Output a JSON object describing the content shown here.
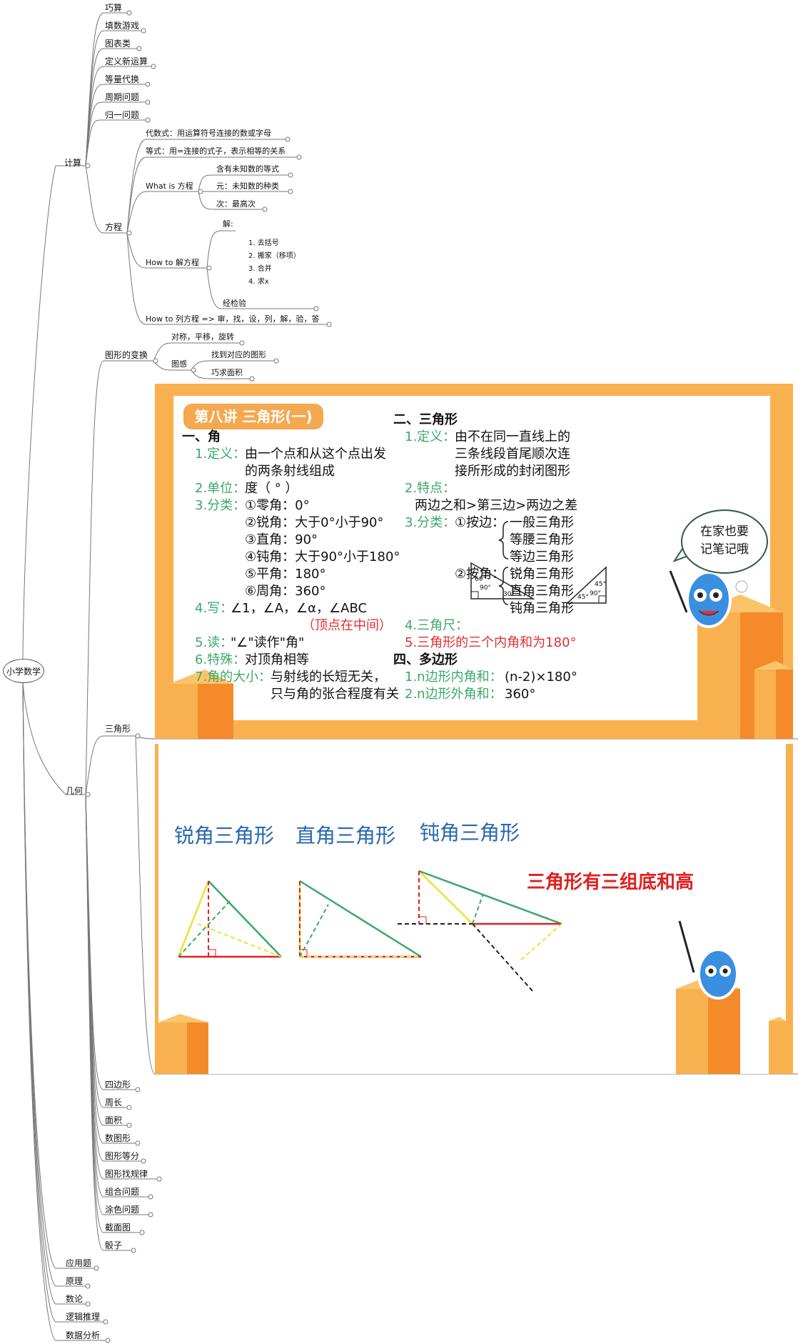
{
  "root": "小学数学",
  "branches": {
    "calc": "计算",
    "geometry": "几何",
    "applied": "应用题",
    "principle": "原理",
    "number_theory": "数论",
    "logic": "逻辑推理",
    "data_analysis": "数据分析"
  },
  "calc_items": [
    "巧算",
    "填数游戏",
    "图表类",
    "定义新运算",
    "等量代换",
    "周期问题",
    "归一问题"
  ],
  "equation": {
    "label": "方程",
    "algebraic": "代数式：用运算符号连接的数或字母",
    "equality": "等式：用=连接的式子，表示相等的关系",
    "what_is": "What is 方程",
    "what_items": [
      "含有未知数的等式",
      "元：未知数的种类",
      "次：最高次"
    ],
    "how_solve": "How to 解方程",
    "solve_head": "解:",
    "solve_steps": [
      "1. 去括号",
      "2. 搬家（移项）",
      "3. 合并",
      "4. 求x"
    ],
    "check": "经检验",
    "how_list": "How to 列方程 => 审，找，设，列，解，验，答"
  },
  "transform": {
    "label": "图形的变换",
    "items": [
      "对称，平移，旋转"
    ],
    "tugan": "图感",
    "tugan_items": [
      "找到对应的图形",
      "巧求面积"
    ]
  },
  "triangle_label": "三角形",
  "geometry_items": [
    "四边形",
    "周长",
    "面积",
    "数图形",
    "图形等分",
    "图形找规律",
    "组合问题",
    "涂色问题",
    "截面图",
    "骰子"
  ],
  "slide1": {
    "title": "第八讲 三角形(一)",
    "sec1": "一、角",
    "def_k": "1.定义：",
    "def_v1": "由一个点和从这个点出发",
    "def_v2": "的两条射线组成",
    "unit_k": "2.单位：",
    "unit_v": "度（ ° ）",
    "cls_k": "3.分类：",
    "cls_v": [
      "①零角：0°",
      "②锐角：大于0°小于90°",
      "③直角：90°",
      "④钝角：大于90°小于180°",
      "⑤平角：180°",
      "⑥周角：360°"
    ],
    "write_k": "4.写：",
    "write_v": "∠1，∠A，∠α，∠ABC",
    "vertex_note": "（顶点在中间）",
    "read_k": "5.读：",
    "read_v": "\"∠\"读作\"角\"",
    "special_k": "6.特殊：",
    "special_v": "对顶角相等",
    "size_k": "7.角的大小：",
    "size_v1": "与射线的长短无关，",
    "size_v2": "只与角的张合程度有关",
    "sec2": "二、三角形",
    "tdef_k": "1.定义：",
    "tdef_v": [
      "由不在同一直线上的",
      "三条线段首尾顺次连",
      "接所形成的封闭图形"
    ],
    "feat_k": "2.特点：",
    "feat_v": "两边之和>第三边>两边之差",
    "tcls_k": "3.分类：",
    "by_side": "①按边：",
    "side_items": [
      "一般三角形",
      "等腰三角形",
      "等边三角形"
    ],
    "by_angle": "②按角：",
    "angle_items": [
      "锐角三角形",
      "直角三角形",
      "钝角三角形"
    ],
    "ruler_k": "4.三角尺：",
    "ruler1": [
      "60°",
      "90°",
      "30°"
    ],
    "ruler2": [
      "45°",
      "45°",
      "90°"
    ],
    "sum": "5.三角形的三个内角和为180°",
    "sec4": "四、多边形",
    "poly1_k": "1.n边形内角和：",
    "poly1_v": "(n-2)×180°",
    "poly2_k": "2.n边形外角和：",
    "poly2_v": "360°",
    "bubble": [
      "在家也要",
      "记笔记哦"
    ]
  },
  "slide2": {
    "acute": "锐角三角形",
    "right": "直角三角形",
    "obtuse": "钝角三角形",
    "note": "三角形有三组底和高"
  },
  "colors": {
    "orange": "#f9b150",
    "green": "#3ba86a",
    "red": "#e23030",
    "blue": "#2867b2"
  }
}
